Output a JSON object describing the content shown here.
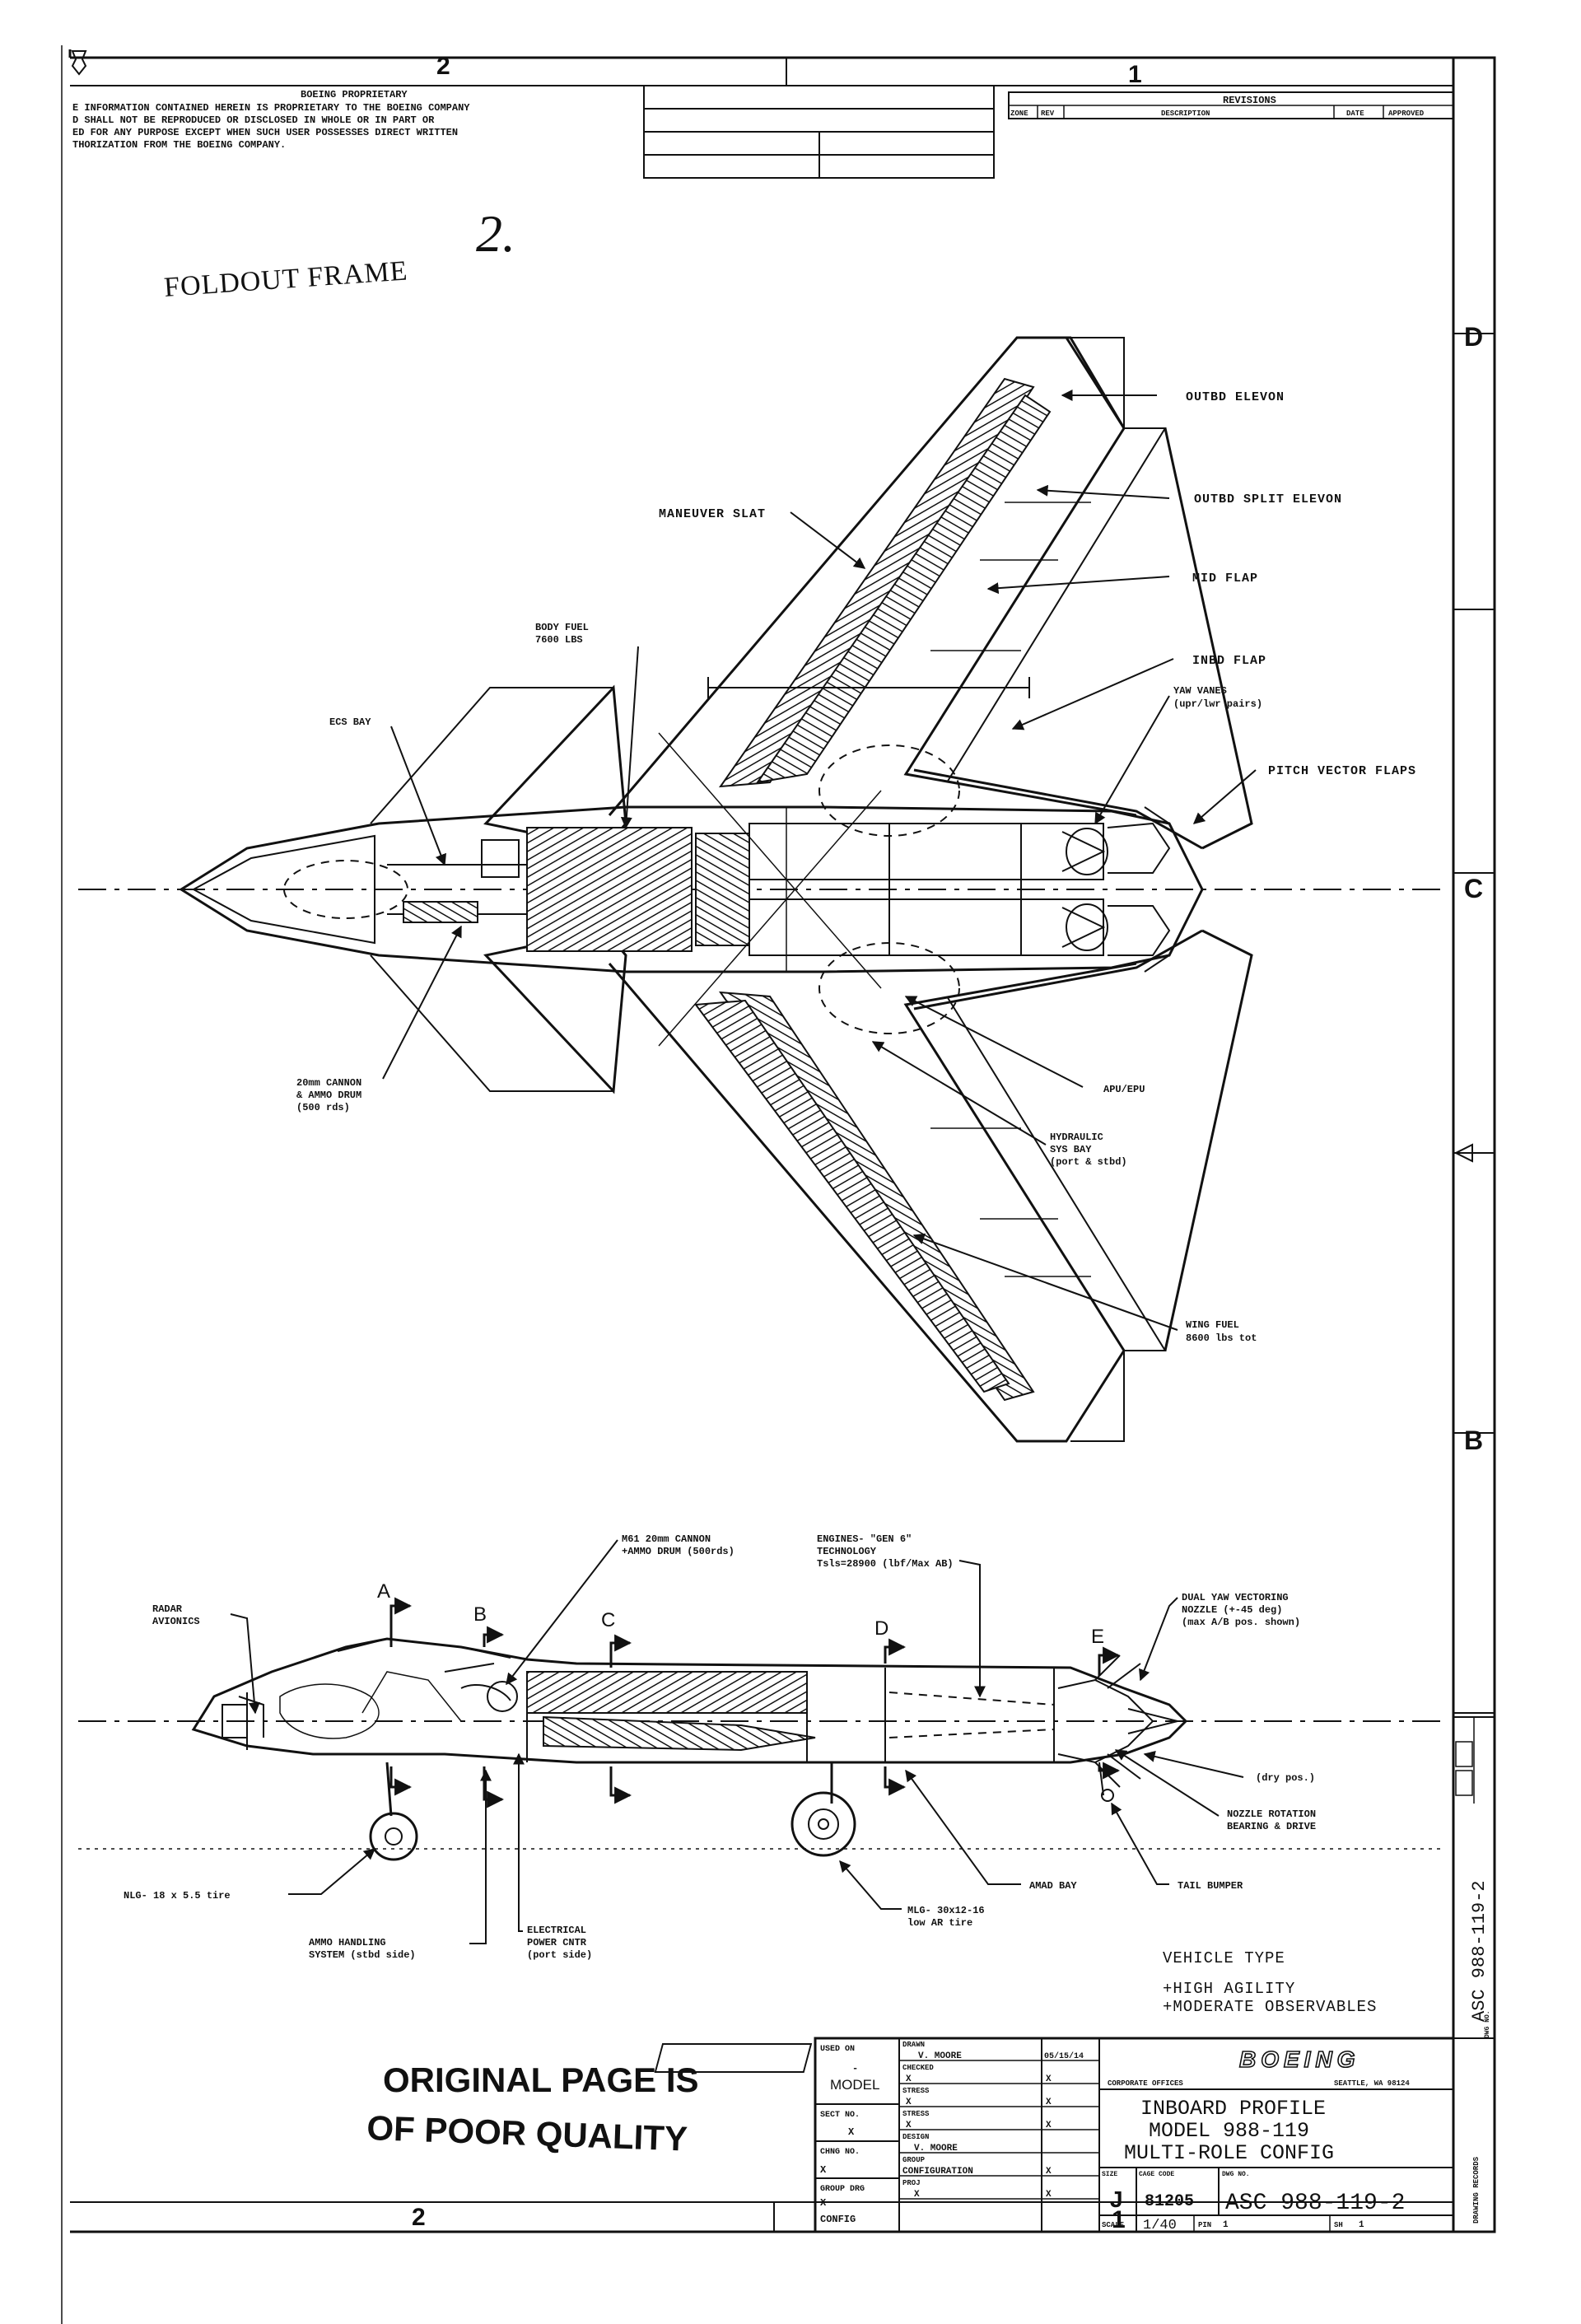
{
  "zones": {
    "top_left": "2",
    "top_right": "1",
    "bottom_left": "2",
    "bottom_right": "1",
    "side_d": "D",
    "side_c": "C",
    "side_b": "B"
  },
  "proprietary": {
    "heading": "BOEING PROPRIETARY",
    "lines": [
      "E INFORMATION CONTAINED HEREIN IS PROPRIETARY TO THE BOEING COMPANY",
      "D SHALL NOT BE REPRODUCED OR DISCLOSED IN WHOLE OR IN PART OR",
      "ED FOR ANY PURPOSE EXCEPT WHEN SUCH USER POSSESSES DIRECT WRITTEN",
      "THORIZATION FROM THE BOEING COMPANY."
    ]
  },
  "revisions": {
    "title": "REVISIONS",
    "zone": "ZONE",
    "rev": "REV",
    "description": "DESCRIPTION",
    "date": "DATE",
    "approved": "APPROVED"
  },
  "stamp": {
    "foldout": "FOLDOUT FRAME",
    "number": "2."
  },
  "plan_callouts": {
    "outbd_elevon": "OUTBD ELEVON",
    "outbd_split_elevon": "OUTBD SPLIT ELEVON",
    "maneuver_slat": "MANEUVER SLAT",
    "mid_flap": "MID FLAP",
    "body_fuel_1": "BODY FUEL",
    "body_fuel_2": "7600 LBS",
    "inbd_flap": "INBD FLAP",
    "yaw_vanes_1": "YAW VANES",
    "yaw_vanes_2": "(upr/lwr pairs)",
    "ecs_bay": "ECS BAY",
    "pitch_vector_flaps": "PITCH VECTOR FLAPS",
    "cannon_1": "20mm CANNON",
    "cannon_2": "& AMMO DRUM",
    "cannon_3": "(500 rds)",
    "apu_epu": "APU/EPU",
    "hydraulic_1": "HYDRAULIC",
    "hydraulic_2": "SYS BAY",
    "hydraulic_3": "(port & stbd)",
    "wing_fuel_1": "WING FUEL",
    "wing_fuel_2": "8600 lbs tot"
  },
  "profile_callouts": {
    "m61_1": "M61 20mm CANNON",
    "m61_2": "+AMMO DRUM (500rds)",
    "engines_1": "ENGINES- \"GEN 6\"",
    "engines_2": "TECHNOLOGY",
    "engines_3": "Tsls=28900 (lbf/Max AB)",
    "radar_1": "RADAR",
    "radar_2": "AVIONICS",
    "dual_yaw_1": "DUAL YAW VECTORING",
    "dual_yaw_2": "NOZZLE (+-45 deg)",
    "dual_yaw_3": "(max A/B pos. shown)",
    "dry_pos": "(dry pos.)",
    "nozzle_rot_1": "NOZZLE ROTATION",
    "nozzle_rot_2": "BEARING & DRIVE",
    "amad_bay": "AMAD BAY",
    "tail_bumper": "TAIL BUMPER",
    "nlg": "NLG- 18 x 5.5 tire",
    "mlg_1": "MLG- 30x12-16",
    "mlg_2": "low AR tire",
    "ammo_1": "AMMO HANDLING",
    "ammo_2": "SYSTEM (stbd side)",
    "elec_1": "ELECTRICAL",
    "elec_2": "POWER CNTR",
    "elec_3": "(port side)",
    "sec_a": "A",
    "sec_b": "B",
    "sec_c": "C",
    "sec_d": "D",
    "sec_e": "E"
  },
  "vehicle": {
    "title": "VEHICLE TYPE",
    "line1": "+HIGH AGILITY",
    "line2": "+MODERATE OBSERVABLES"
  },
  "quality": {
    "line1": "ORIGINAL PAGE IS",
    "line2": "OF POOR QUALITY"
  },
  "title_block": {
    "used_on": "USED ON",
    "dash": "-",
    "model": "MODEL",
    "sect_no": "SECT NO.",
    "x1": "X",
    "chng_no": "CHNG NO.",
    "x2": "X",
    "group_drg": "GROUP DRG",
    "x3": "X",
    "config": "CONFIG",
    "drawn": "DRAWN",
    "drawn_name": "V. MOORE",
    "date": "05/15/14",
    "checked": "CHECKED",
    "checked_val": "X",
    "stress": "STRESS",
    "stress_val": "X",
    "stress2": "STRESS",
    "stress2_val": "X",
    "design": "DESIGN",
    "design_name": "V. MOORE",
    "group": "GROUP",
    "group_val": "CONFIGURATION",
    "proj": "PROJ",
    "proj_val": "X",
    "k1": "X",
    "k2": "X",
    "k3": "X",
    "k4": "X",
    "k5": "X",
    "company": "BOEING",
    "corporate": "CORPORATE OFFICES",
    "city": "SEATTLE, WA 98124",
    "title1": "INBOARD PROFILE",
    "title2": "MODEL 988-119",
    "title3": "MULTI-ROLE CONFIG",
    "size_label": "SIZE",
    "cage_label": "CAGE CODE",
    "dwg_label": "DWG NO.",
    "size": "J",
    "cage": "81205",
    "dwg": "ASC 988-119-2",
    "scale_label": "SCALE",
    "scale": "1/40",
    "pin_label": "PIN",
    "pin": "1",
    "sh_label": "SH",
    "sh": "1",
    "side_dwg": "ASC 988-119-2",
    "side_dwg_label": "DWG NO.",
    "drawing_records": "DRAWING RECORDS"
  }
}
